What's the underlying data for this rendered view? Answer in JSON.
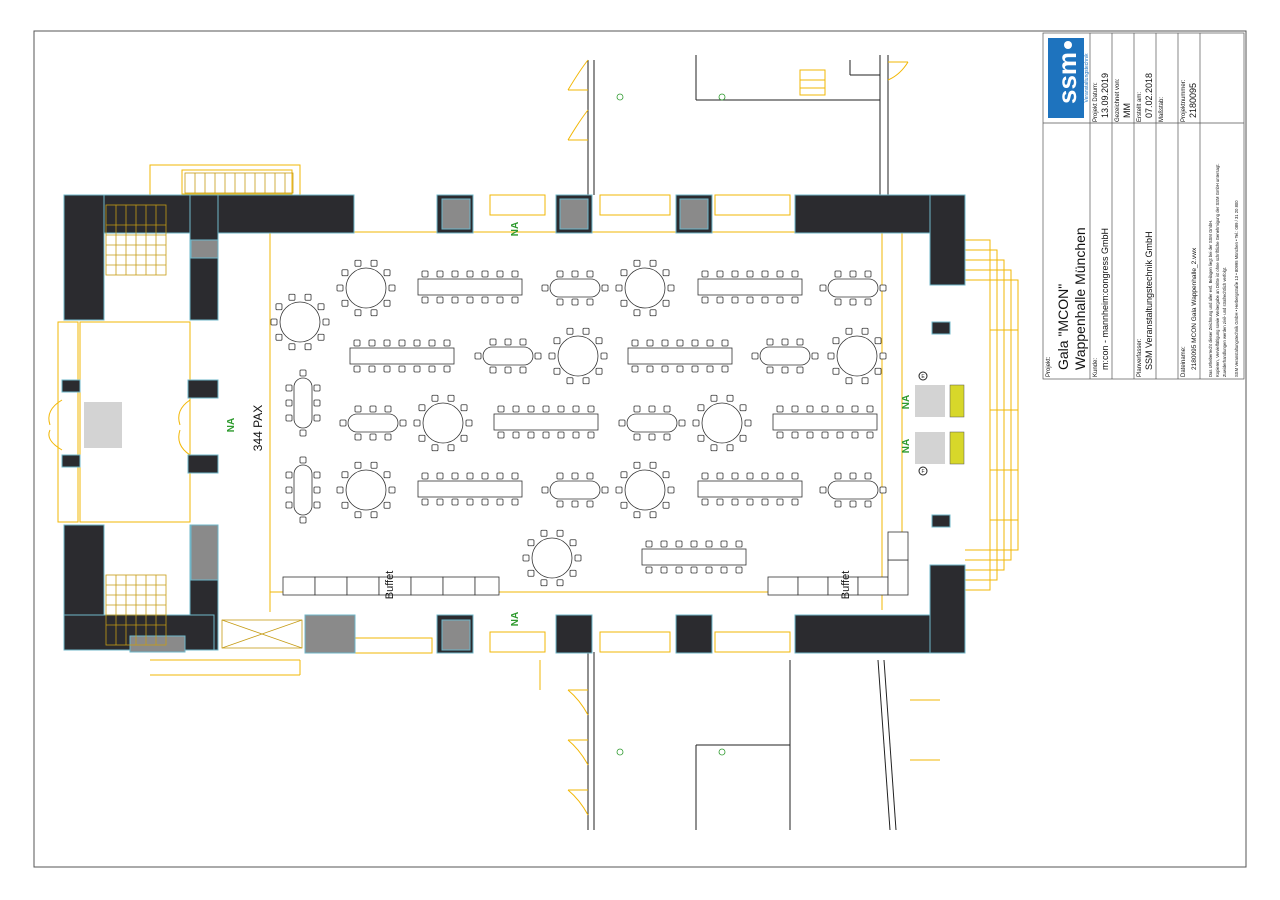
{
  "title_block": {
    "logo_text": "ssm",
    "logo_subtext": "Veranstaltungstechnik",
    "project_label": "Projekt:",
    "project_title": "Gala \"MCON\"",
    "project_location": "Wappenhalle München",
    "client_label": "Kunde:",
    "client": "m:con - mannheim:congress GmbH",
    "planner_label": "Planverfasser:",
    "planner": "SSM Veranstaltungstechnik GmbH",
    "filename_label": "Dateiname:",
    "filename": "2180095 MCON Gala Wappenhalle_2.vwx",
    "project_date_label": "Projekt Datum:",
    "project_date": "13.09.2019",
    "drawn_by_label": "Gezeichnet von:",
    "drawn_by": "MM",
    "created_label": "Erstellt am:",
    "created": "07.02.2018",
    "scale_label": "Maßstab:",
    "scale": "",
    "project_number_label": "Projektnummer:",
    "project_number": "2180095",
    "copyright_line1": "Das Urheberrecht dieser Zeichnung und aller evtl. Beilagen liegt bei der SSM GmbH.",
    "copyright_line2": "Kopieren, Vervielfältigung sowie Weitergabe an Dritte ist ohne schriftliche Genehmigung der SSM GmbH untersagt.",
    "copyright_line3": "Zuwiderhandlungen werden zivil- und strafrechtlich verfolgt.",
    "address_line": "SSM Veranstaltungstechnik GmbH • Herbergstraße 13 • 80995 München • Tel.: 089 / 31 20 800"
  },
  "plan": {
    "capacity_label": "344 PAX",
    "exit_label": "NA",
    "buffet_label": "Buffet",
    "exit_marker_1": "E",
    "exit_marker_2": "F"
  },
  "colors": {
    "wall": "#2b2b2f",
    "column": "#808080",
    "outline": "#f2b705",
    "exit_green": "#2e9a2e",
    "brand_blue": "#1e73be",
    "window": "#6fb7c9"
  }
}
